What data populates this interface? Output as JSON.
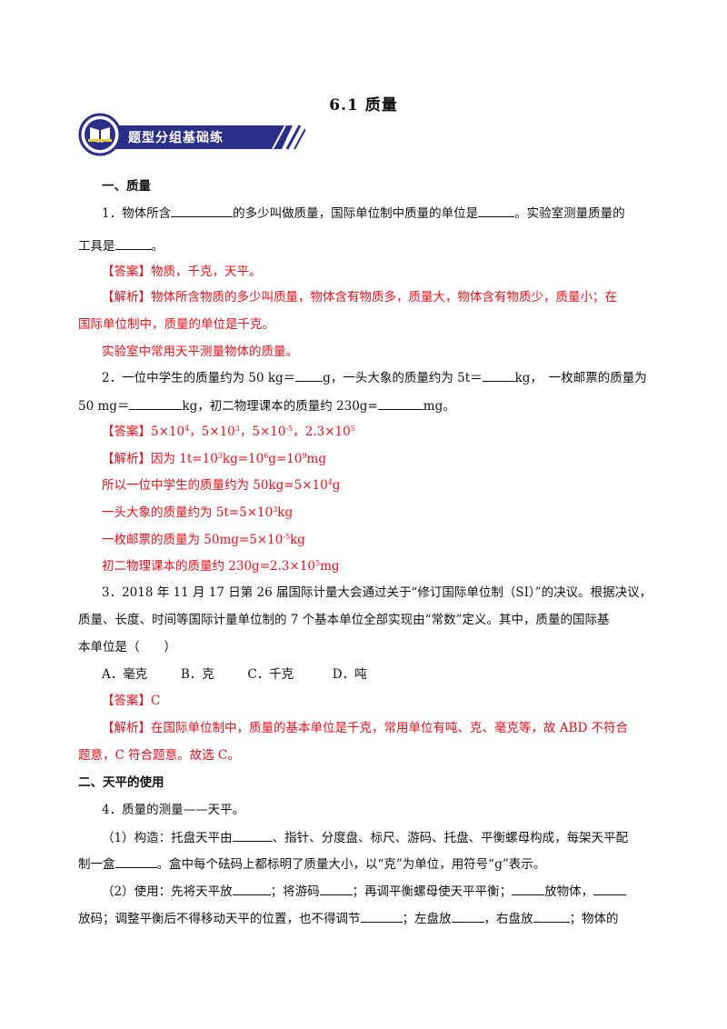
{
  "title": "6.1 质量",
  "banner": {
    "label": "题型分组基础练",
    "icon": "book-icon",
    "color": "#2b2f8a"
  },
  "section1": {
    "heading": "一、质量"
  },
  "q1": {
    "a": "1．物体所含",
    "b": "的多少叫做质量，国际单位制中质量的单位是",
    "c": "。实验室测量质量的",
    "d": "工具是",
    "e": "。",
    "answer": "【答案】物质，千克，天平。",
    "analysis1": "【解析】物体所含物质的多少叫质量，物体含有物质多，质量大，物体含有物质少，质量小；在",
    "analysis2": "国际单位制中，质量的单位是千克。",
    "analysis3": "实验室中常用天平测量物体的质量。"
  },
  "q2": {
    "a": "2．一位中学生的质量约为 50 kg＝",
    "b": "g，一头大象的质量约为 5t＝",
    "c": "kg，　一枚邮票的质量为",
    "d": "50 mg＝",
    "e": "kg，初二物理课本的质量约 230g=",
    "f": "mg。",
    "ans_prefix": "【答案】",
    "ans": [
      "5×10",
      "4",
      "，5×10",
      "3",
      "，5×10",
      "-5",
      "，2.3×10",
      "5"
    ],
    "ana_prefix": "【解析】因为 1t=10",
    "ana": [
      "3",
      "kg=10",
      "6",
      "g=10",
      "9",
      "mg"
    ],
    "l1": [
      "所以一位中学生的质量约为 50kg=5×10",
      "4",
      "g"
    ],
    "l2": [
      "一头大象的质量约为 5t=5×10",
      "3",
      "kg"
    ],
    "l3": [
      "一枚邮票的质量为 50mg=5×10",
      "-5",
      "kg"
    ],
    "l4": [
      "初二物理课本的质量约 230g=2.3×10",
      "5",
      "mg"
    ]
  },
  "q3": {
    "line1": "3．2018 年 11 月 17 日第 26 届国际计量大会通过关于“修订国际单位制（SI）”的决议。根据决议，",
    "line2": "质量、长度、时间等国际计量单位制的 7 个基本单位全部实现由“常数”定义。其中，质量的国际基",
    "line3": "本单位是（　　）",
    "options": [
      "A．毫克",
      "B．克",
      "C．千克",
      "D．吨"
    ],
    "answer": "【答案】C",
    "analysis1": "【解析】在国际单位制中，质量的基本单位是千克，常用单位有吨、克、毫克等，故 ABD 不符合",
    "analysis2": "题意，C 符合题意。故选 C。"
  },
  "section2": {
    "heading": "二、天平的使用"
  },
  "q4": {
    "line1": "4．质量的测量——天平。",
    "p1a": "（1）构造：托盘天平由",
    "p1b": "、指针、分度盘、标尺、游码、托盘、平衡螺母构成，每架天平配",
    "p1c": "制一盒",
    "p1d": "。盒中每个砝码上都标明了质量大小，以“克”为单位，用符号“g”表示。",
    "p2a": "（2）使用：先将天平放",
    "p2b": "；将游码",
    "p2c": "；再调平衡螺母使天平平衡；",
    "p2d": "放物体，",
    "p2e": "放码；调整平衡后不得移动天平的位置，也不得调节",
    "p2f": "；左盘放",
    "p2g": "，右盘放",
    "p2h": "；物体的"
  }
}
